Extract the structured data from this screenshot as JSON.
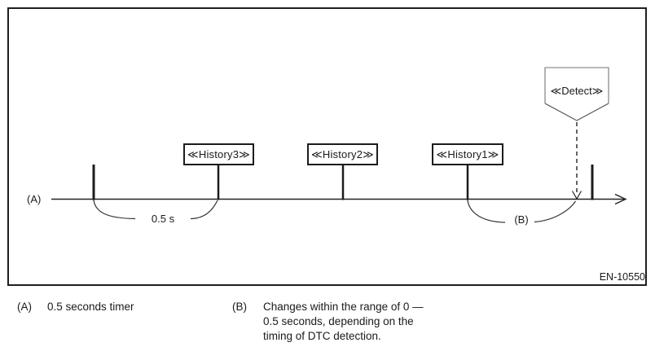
{
  "figure": {
    "code": "EN-10550"
  },
  "diagram": {
    "axis_label": "(A)",
    "boxes": [
      {
        "label": "≪History3≫"
      },
      {
        "label": "≪History2≫"
      },
      {
        "label": "≪History1≫"
      }
    ],
    "detect": {
      "label": "≪Detect≫"
    },
    "interval_label": "0.5 s",
    "range_label": "(B)"
  },
  "legend": {
    "a": {
      "key": "(A)",
      "text": "0.5 seconds timer"
    },
    "b": {
      "key": "(B)",
      "lines": [
        "Changes within the range of 0 —",
        "0.5 seconds, depending on the",
        "timing of DTC detection."
      ]
    }
  },
  "colors": {
    "line": "#222222",
    "tick": "#1c1c1c",
    "detect_outline_upper": "#a2a2a2",
    "detect_outline_lower": "#555555",
    "text": "#1a1a1a",
    "background": "#ffffff"
  }
}
